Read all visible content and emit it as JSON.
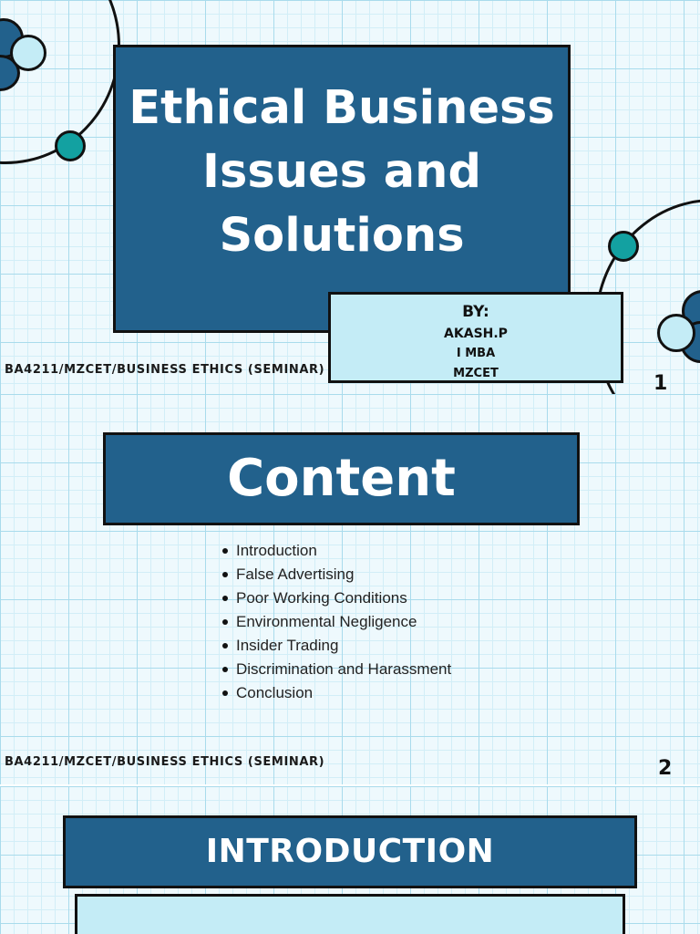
{
  "footer_text": "BA4211/MZCET/BUSINESS ETHICS (SEMINAR)",
  "colors": {
    "title_box": "#22618c",
    "author_box": "#c4ecf6",
    "accent_teal": "#13a1a1",
    "grid_background": "#eef9fd"
  },
  "slide1": {
    "title_line1": "Ethical Business",
    "title_line2": "Issues and",
    "title_line3": "Solutions",
    "by_label": "BY:",
    "author_name": "AKASH.P",
    "author_program": "I MBA",
    "author_college": "MZCET",
    "page_number": "1"
  },
  "slide2": {
    "title": "Content",
    "items": [
      "Introduction",
      "False Advertising",
      "Poor Working Conditions",
      "Environmental Negligence",
      "Insider Trading",
      "Discrimination and Harassment",
      "Conclusion"
    ],
    "page_number": "2"
  },
  "slide3": {
    "title": "INTRODUCTION"
  }
}
